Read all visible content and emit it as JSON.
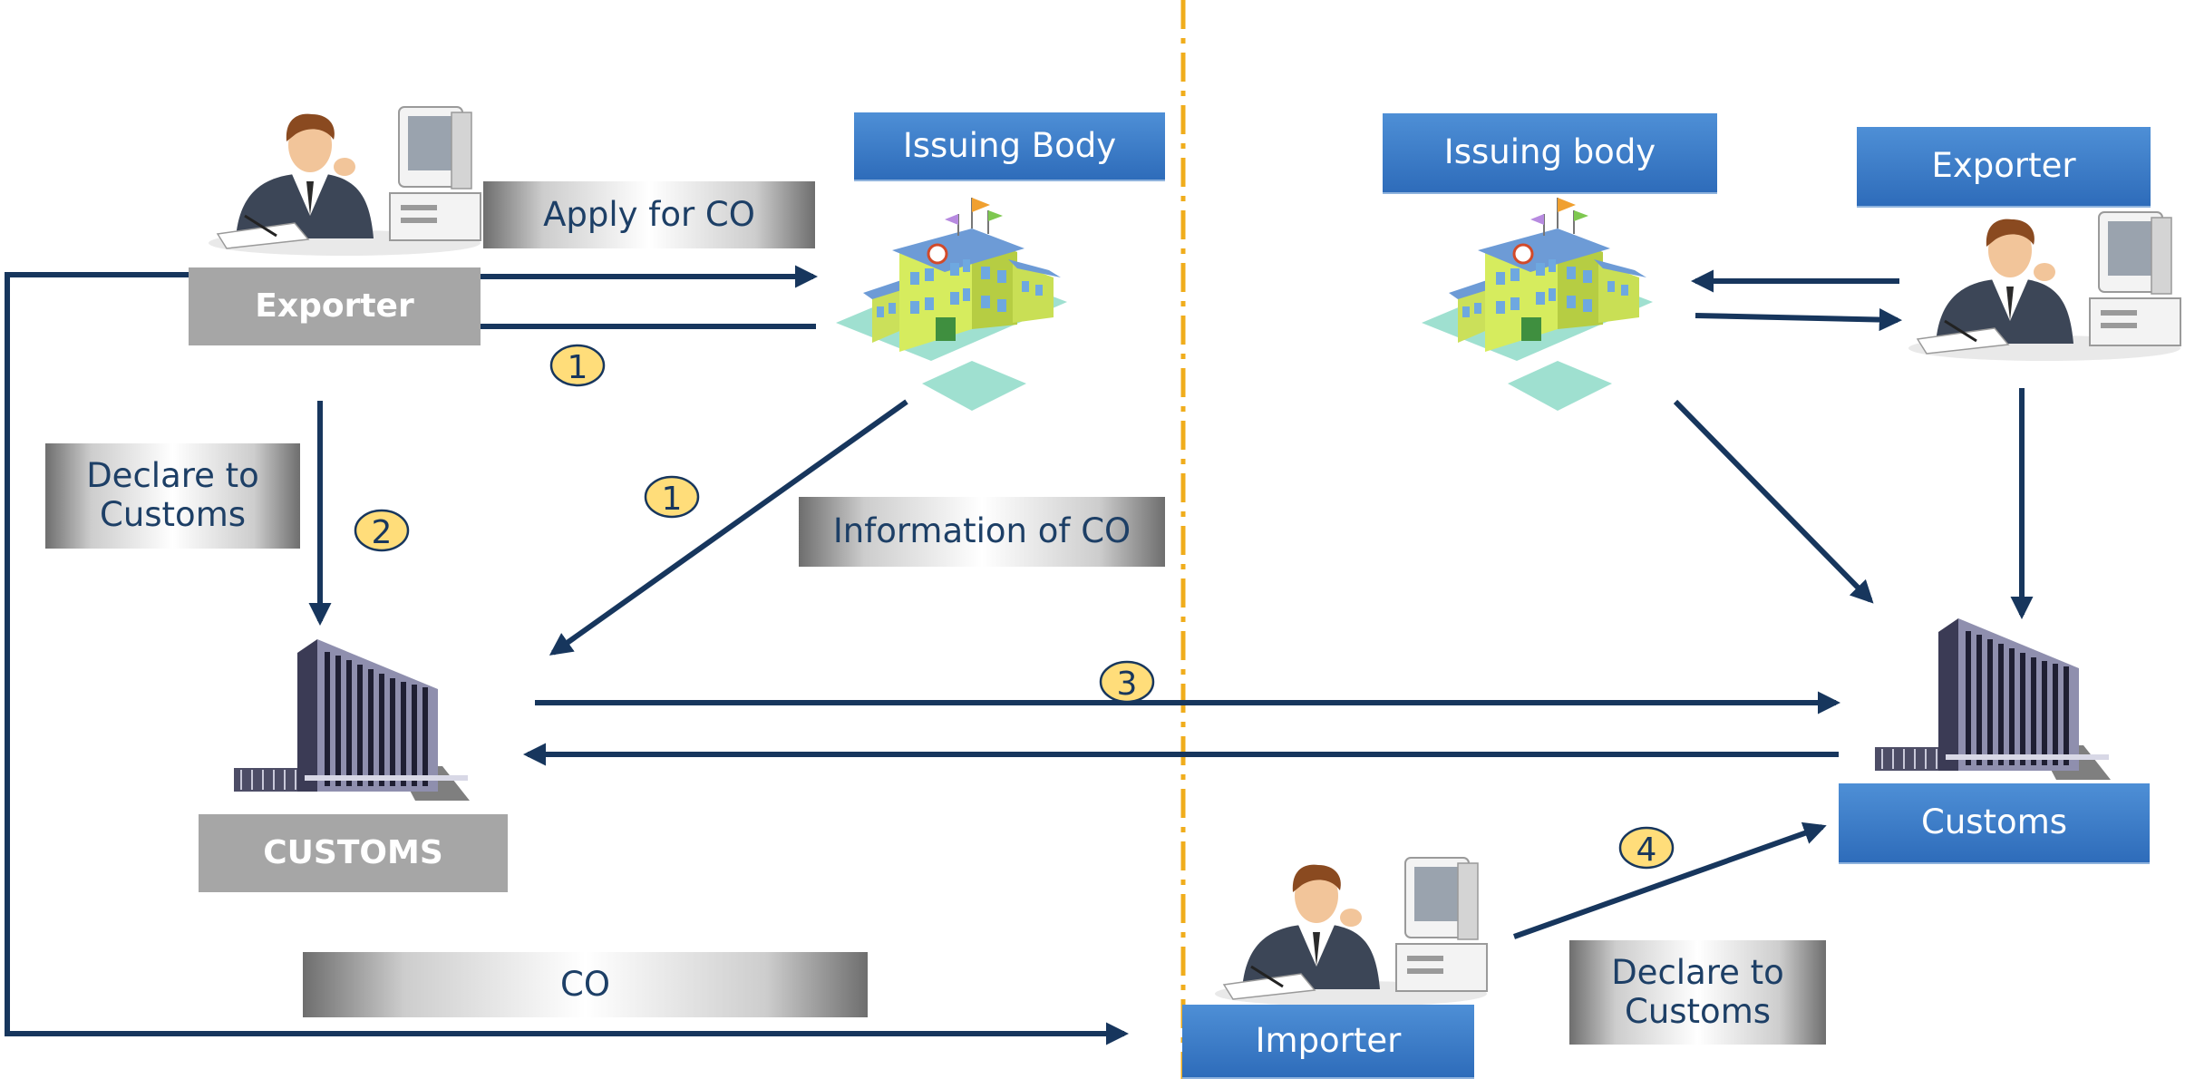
{
  "colors": {
    "arrow": "#17365d",
    "divider": "#f0ad1c",
    "badge_fill": "#ffdd7a",
    "blue_box": "#3a78c4",
    "gray_box": "#a6a6a6"
  },
  "left": {
    "exporter_label": "Exporter",
    "apply_label": "Apply for CO",
    "issuing_body_label": "Issuing Body",
    "declare_label_line1": "Declare to",
    "declare_label_line2": "Customs",
    "information_label": "Information of CO",
    "customs_label": "CUSTOMS",
    "co_label": "CO"
  },
  "right": {
    "issuing_body_label": "Issuing body",
    "exporter_label": "Exporter",
    "customs_label": "Customs",
    "importer_label": "Importer",
    "declare_label_line1": "Declare to",
    "declare_label_line2": "Customs"
  },
  "steps": {
    "apply": "1",
    "information": "1",
    "declare": "2",
    "exchange": "3",
    "importer_declare": "4"
  },
  "icons": {
    "person": "businessman-at-computer-icon",
    "school": "issuing-body-building-icon",
    "customs": "customs-office-building-icon"
  }
}
